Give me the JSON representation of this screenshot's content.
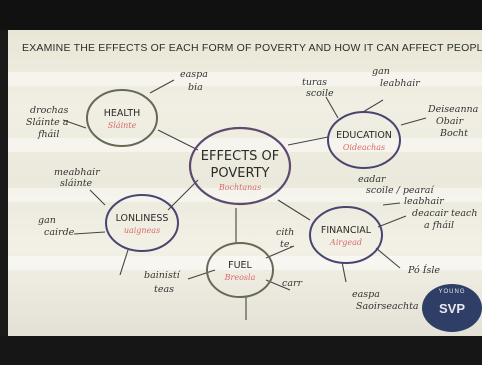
{
  "title": "EXAMINE THE EFFECTS OF EACH FORM OF POVERTY AND HOW IT CAN AFFECT PEOPLE",
  "center": {
    "line1": "EFFECTS OF",
    "line2": "POVERTY",
    "subtitle": "Bochtanas"
  },
  "bubbles": {
    "health": {
      "label": "HEALTH",
      "sub": "Sláinte"
    },
    "education": {
      "label": "EDUCATION",
      "sub": "Oideachas"
    },
    "loneliness": {
      "label": "LONLINESS",
      "sub": "uaigneas"
    },
    "fuel": {
      "label": "FUEL",
      "sub": "Breosla"
    },
    "financial": {
      "label": "FINANCIAL",
      "sub": "Airgead"
    }
  },
  "notes": {
    "easpa_bia": [
      "easpa",
      "bia"
    ],
    "drochas": [
      "drochas",
      "Sláinte a",
      "fháil"
    ],
    "meabhair": [
      "meabhair",
      "sláinte"
    ],
    "gan_cairde": [
      "gan",
      "cairde"
    ],
    "turas_scoile": [
      "turas",
      "scoile"
    ],
    "gan_leabhair": [
      "gan",
      "leabhair"
    ],
    "deiseanna": [
      "Deiseanna",
      "Obair",
      "Bocht"
    ],
    "eadar_scoil": [
      "eadar",
      "scoile / pearaí",
      "leabhair"
    ],
    "deacair_teach": [
      "deacair teach",
      "a fháil"
    ],
    "po_isle": [
      "Pó Ísle"
    ],
    "easpa_soirseachta": [
      "easpa",
      "Saoirseachta"
    ],
    "baineisti": [
      "bainistí",
      "teas"
    ],
    "cith": [
      "cith",
      "te."
    ],
    "carr": [
      "carr"
    ]
  },
  "logo": {
    "line1": "YOUNG",
    "line2": "SVP"
  }
}
